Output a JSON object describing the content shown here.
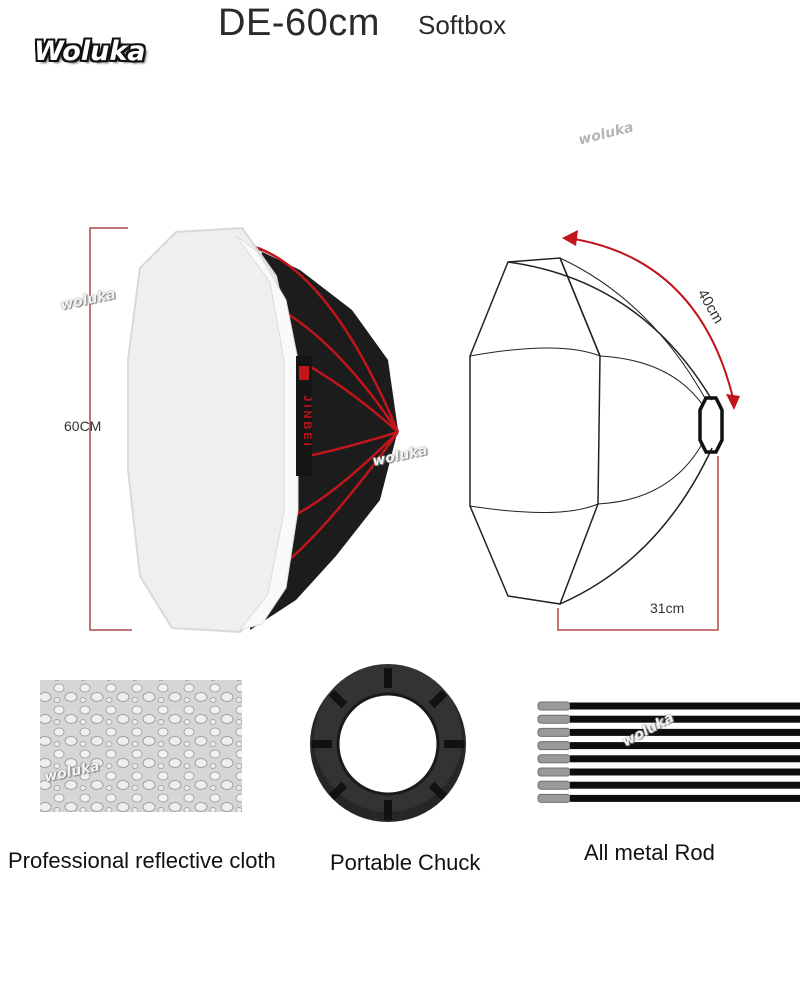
{
  "header": {
    "title": "DE-60cm",
    "subtitle": "Softbox"
  },
  "brand": {
    "logo_text": "Woluka",
    "watermark_text": "woluka",
    "product_brand": "JINBEI"
  },
  "dimensions": {
    "height": "60CM",
    "arc_length": "40cm",
    "depth": "31cm"
  },
  "accessories": [
    {
      "caption": "Professional reflective cloth"
    },
    {
      "caption": "Portable Chuck"
    },
    {
      "caption": "All metal Rod"
    }
  ],
  "colors": {
    "accent_red": "#c0151b",
    "dimension_line": "#a84a4a",
    "softbox_body": "#1c1c1c",
    "diffuser": "#f1f1f1"
  }
}
